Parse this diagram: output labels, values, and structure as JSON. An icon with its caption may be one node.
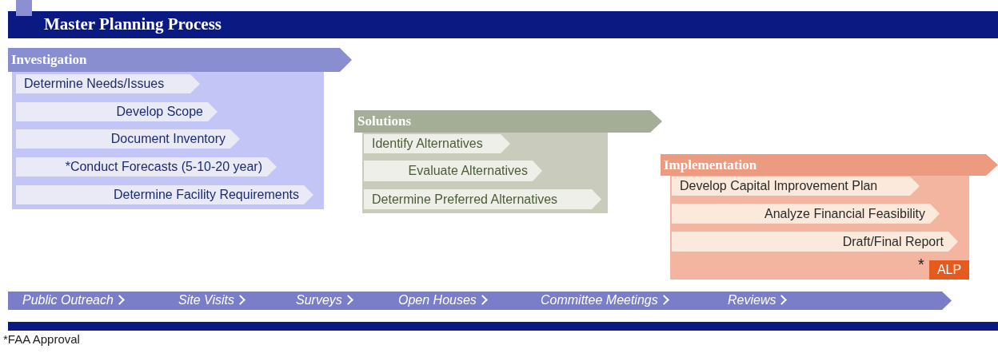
{
  "diagram": {
    "title": "Master Planning Process",
    "nodes": [
      {
        "text": [
          "Investigation"
        ]
      },
      {
        "text": [
          "Determine Needs/Issues"
        ],
        "in": 0
      },
      {
        "text": [
          "Develop Scope"
        ],
        "in": 0
      },
      {
        "text": [
          "Document Inventory"
        ],
        "in": 0
      },
      {
        "text": [
          "*Conduct Forecasts (5-10-20 year)"
        ],
        "in": 0
      },
      {
        "text": [
          "Determine Facility Requirements"
        ],
        "in": 0
      },
      {
        "text": [
          "Solutions"
        ]
      },
      {
        "text": [
          "Identify Alternatives"
        ],
        "in": 6
      },
      {
        "text": [
          "Evaluate Alternatives"
        ],
        "in": 6
      },
      {
        "text": [
          "Determine Preferred Alternatives"
        ],
        "in": 6
      },
      {
        "text": [
          "Implementation"
        ]
      },
      {
        "text": [
          "Develop Capital Improvement Plan"
        ],
        "in": 10
      },
      {
        "text": [
          "Analyze Financial Feasibility"
        ],
        "in": 10
      },
      {
        "text": [
          "Draft/Final Report"
        ],
        "in": 10
      },
      {
        "text": [
          "ALP"
        ],
        "in": 10,
        "beside": [
          "*"
        ]
      },
      {
        "text": [],
        "shape": "bar"
      },
      {
        "text": [
          "Public Outreach"
        ],
        "in": 15
      },
      {
        "text": [
          "Site Visits"
        ],
        "in": 15
      },
      {
        "text": [
          "Surveys"
        ],
        "in": 15
      },
      {
        "text": [
          "Open Houses"
        ],
        "in": 15
      },
      {
        "text": [
          "Committee Meetings"
        ],
        "in": 15
      },
      {
        "text": [
          "Reviews"
        ],
        "in": 15
      }
    ],
    "labels": [
      "*FAA Approval"
    ]
  }
}
